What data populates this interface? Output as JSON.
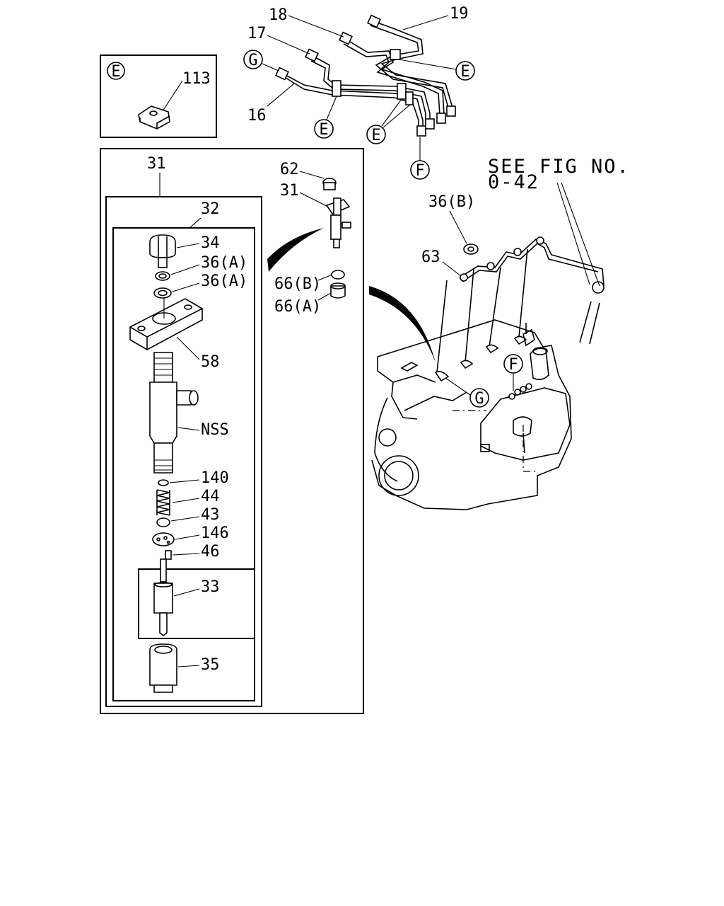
{
  "callouts": {
    "p18": "18",
    "p19": "19",
    "p17": "17",
    "p16": "16",
    "g_top": "G",
    "e_right": "E",
    "e_mid": "E",
    "e_lower": "E",
    "f_top": "F",
    "e_inset": "E",
    "p113": "113",
    "p31_box": "31",
    "p32": "32",
    "p34": "34",
    "p36a_1": "36(A)",
    "p36a_2": "36(A)",
    "p58": "58",
    "nss": "NSS",
    "p140": "140",
    "p44": "44",
    "p43": "43",
    "p146": "146",
    "p46": "46",
    "p33": "33",
    "p35": "35",
    "p62": "62",
    "p31_side": "31",
    "p66b": "66(B)",
    "p66a": "66(A)",
    "see_fig_line1": "SEE FIG NO.",
    "see_fig_line2": "0-42",
    "p36b": "36(B)",
    "p63": "63",
    "f_engine": "F",
    "g_engine": "G"
  }
}
